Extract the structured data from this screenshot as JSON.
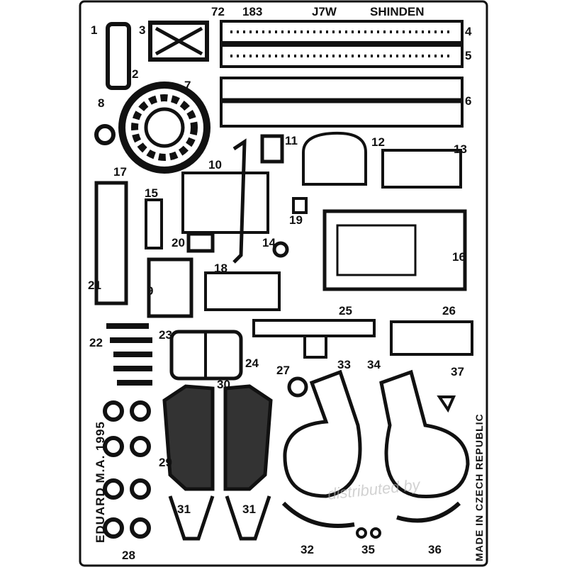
{
  "title": {
    "scale_a": "72",
    "scale_b": "183",
    "model": "J7W",
    "name": "SHINDEN"
  },
  "part_numbers": [
    "1",
    "2",
    "3",
    "4",
    "5",
    "6",
    "7",
    "8",
    "9",
    "10",
    "11",
    "12",
    "13",
    "14",
    "15",
    "16",
    "17",
    "18",
    "19",
    "20",
    "21",
    "22",
    "23",
    "24",
    "25",
    "26",
    "27",
    "28",
    "29",
    "30",
    "31",
    "31",
    "32",
    "33",
    "34",
    "35",
    "36",
    "37"
  ],
  "side_left": "EDUARD M.A. 1995",
  "side_right": "MADE IN CZECH REPUBLIC",
  "watermark": "distributed by"
}
